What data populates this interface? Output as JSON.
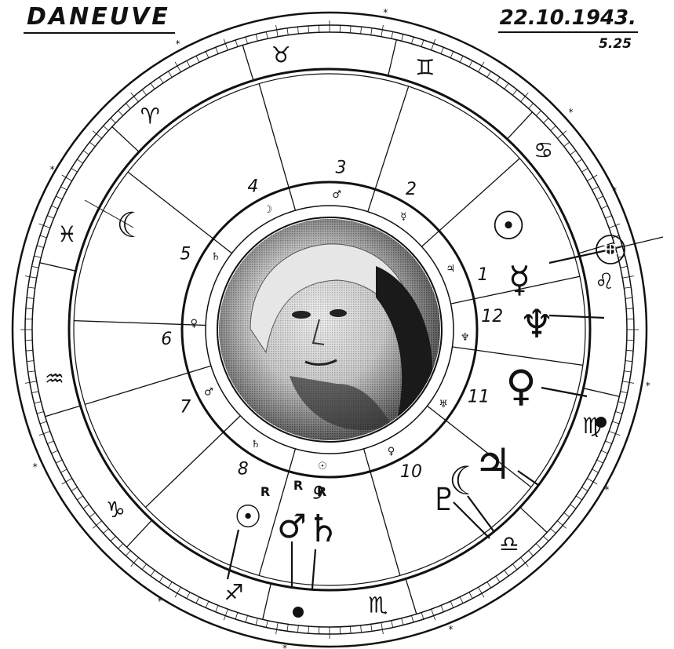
{
  "header": {
    "name": "DANEUVE",
    "date": "22.10.1943.",
    "time": "5.25"
  },
  "houses": [
    "1",
    "2",
    "3",
    "4",
    "5",
    "6",
    "7",
    "8",
    "9",
    "10",
    "11",
    "12"
  ],
  "outer_signs": [
    {
      "name": "taurus",
      "glyph": "♉"
    },
    {
      "name": "aries",
      "glyph": "♈"
    },
    {
      "name": "pisces",
      "glyph": "♓"
    },
    {
      "name": "aquarius",
      "glyph": "♒"
    },
    {
      "name": "capricorn",
      "glyph": "♑"
    },
    {
      "name": "sagittarius",
      "glyph": "♐"
    },
    {
      "name": "scorpio",
      "glyph": "♏"
    },
    {
      "name": "libra",
      "glyph": "♎"
    },
    {
      "name": "virgo",
      "glyph": "♍"
    },
    {
      "name": "leo",
      "glyph": "♌"
    },
    {
      "name": "cancer",
      "glyph": "♋"
    },
    {
      "name": "gemini",
      "glyph": "♊"
    }
  ],
  "planets": [
    {
      "name": "moon",
      "glyph": "☾"
    },
    {
      "name": "sun",
      "glyph": "☉"
    },
    {
      "name": "uranus",
      "glyph": "♅"
    },
    {
      "name": "mercury",
      "glyph": "☿"
    },
    {
      "name": "neptune",
      "glyph": "♆"
    },
    {
      "name": "venus",
      "glyph": "♀"
    },
    {
      "name": "jupiter",
      "glyph": "♃"
    },
    {
      "name": "pluto",
      "glyph": "♇"
    },
    {
      "name": "mars",
      "glyph": "♂"
    },
    {
      "name": "saturn",
      "glyph": "♄"
    }
  ],
  "inner_ring_glyphs": [
    "♃",
    "☿",
    "♂",
    "☽",
    "♄",
    "♀",
    "♂",
    "♄",
    "☉",
    "♀",
    "♅",
    "♆"
  ],
  "retrograde_mark": "R",
  "colors": {
    "ink": "#111111",
    "paper": "#ffffff"
  }
}
